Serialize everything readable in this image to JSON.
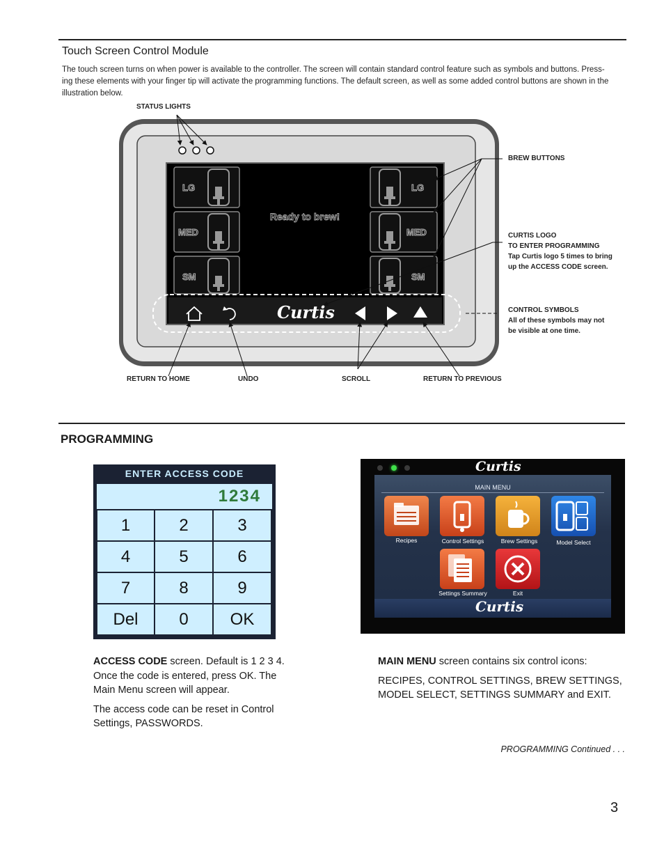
{
  "module": {
    "title": "Touch Screen Control Module",
    "intro_line1": "The touch screen turns on when power is available to the controller. The screen will contain standard control feature such as symbols and buttons. Press-",
    "intro_line2": "ing these elements with your finger tip will activate the programming functions. The default screen, as well as some added control buttons are shown in the",
    "intro_line3": "illustration below."
  },
  "diagram": {
    "status_lights": "STATUS LIGHTS",
    "brew_buttons": "BREW BUTTONS",
    "curtis_logo_1": "CURTIS LOGO",
    "curtis_logo_2": "TO ENTER PROGRAMMING",
    "curtis_logo_3": "Tap Curtis logo 5 times to bring",
    "curtis_logo_4": "up the ACCESS CODE screen.",
    "control_symbols_1": "CONTROL SYMBOLS",
    "control_symbols_2": "All of these symbols may not",
    "control_symbols_3": "be visible at one time.",
    "return_home": "RETURN TO HOME",
    "undo": "UNDO",
    "scroll": "SCROLL",
    "return_previous": "RETURN TO PREVIOUS",
    "screen_message": "Ready to brew!",
    "brew_left": [
      "LG",
      "MED",
      "SM"
    ],
    "brew_right": [
      "LG",
      "MED",
      "SM"
    ],
    "logo": "Curtis"
  },
  "programming": {
    "heading": "PROGRAMMING",
    "keypad": {
      "title": "ENTER ACCESS CODE",
      "display": "1234",
      "keys": [
        "1",
        "2",
        "3",
        "4",
        "5",
        "6",
        "7",
        "8",
        "9",
        "Del",
        "0",
        "OK"
      ]
    },
    "main_menu": {
      "title": "MAIN MENU",
      "logo": "Curtis",
      "items": [
        "Recipes",
        "Control Settings",
        "Brew Settings",
        "Model Select",
        "Settings Summary",
        "Exit"
      ]
    },
    "access_bold": "ACCESS CODE",
    "access_line1": " screen. Default is 1 2 3 4.",
    "access_line2": "Once the code is entered, press OK. The",
    "access_line3": "Main Menu screen will appear.",
    "reset_line1": "The access code can be reset in Control",
    "reset_line2": "Settings, PASSWORDS.",
    "menu_bold": "MAIN MENU",
    "menu_line1": " screen contains six control icons:",
    "menu_line2": "RECIPES, CONTROL SETTINGS, BREW SETTINGS,",
    "menu_line3": "MODEL SELECT, SETTINGS SUMMARY and EXIT."
  },
  "footer": {
    "continued": "PROGRAMMING Continued . . .",
    "page_number": "3"
  }
}
